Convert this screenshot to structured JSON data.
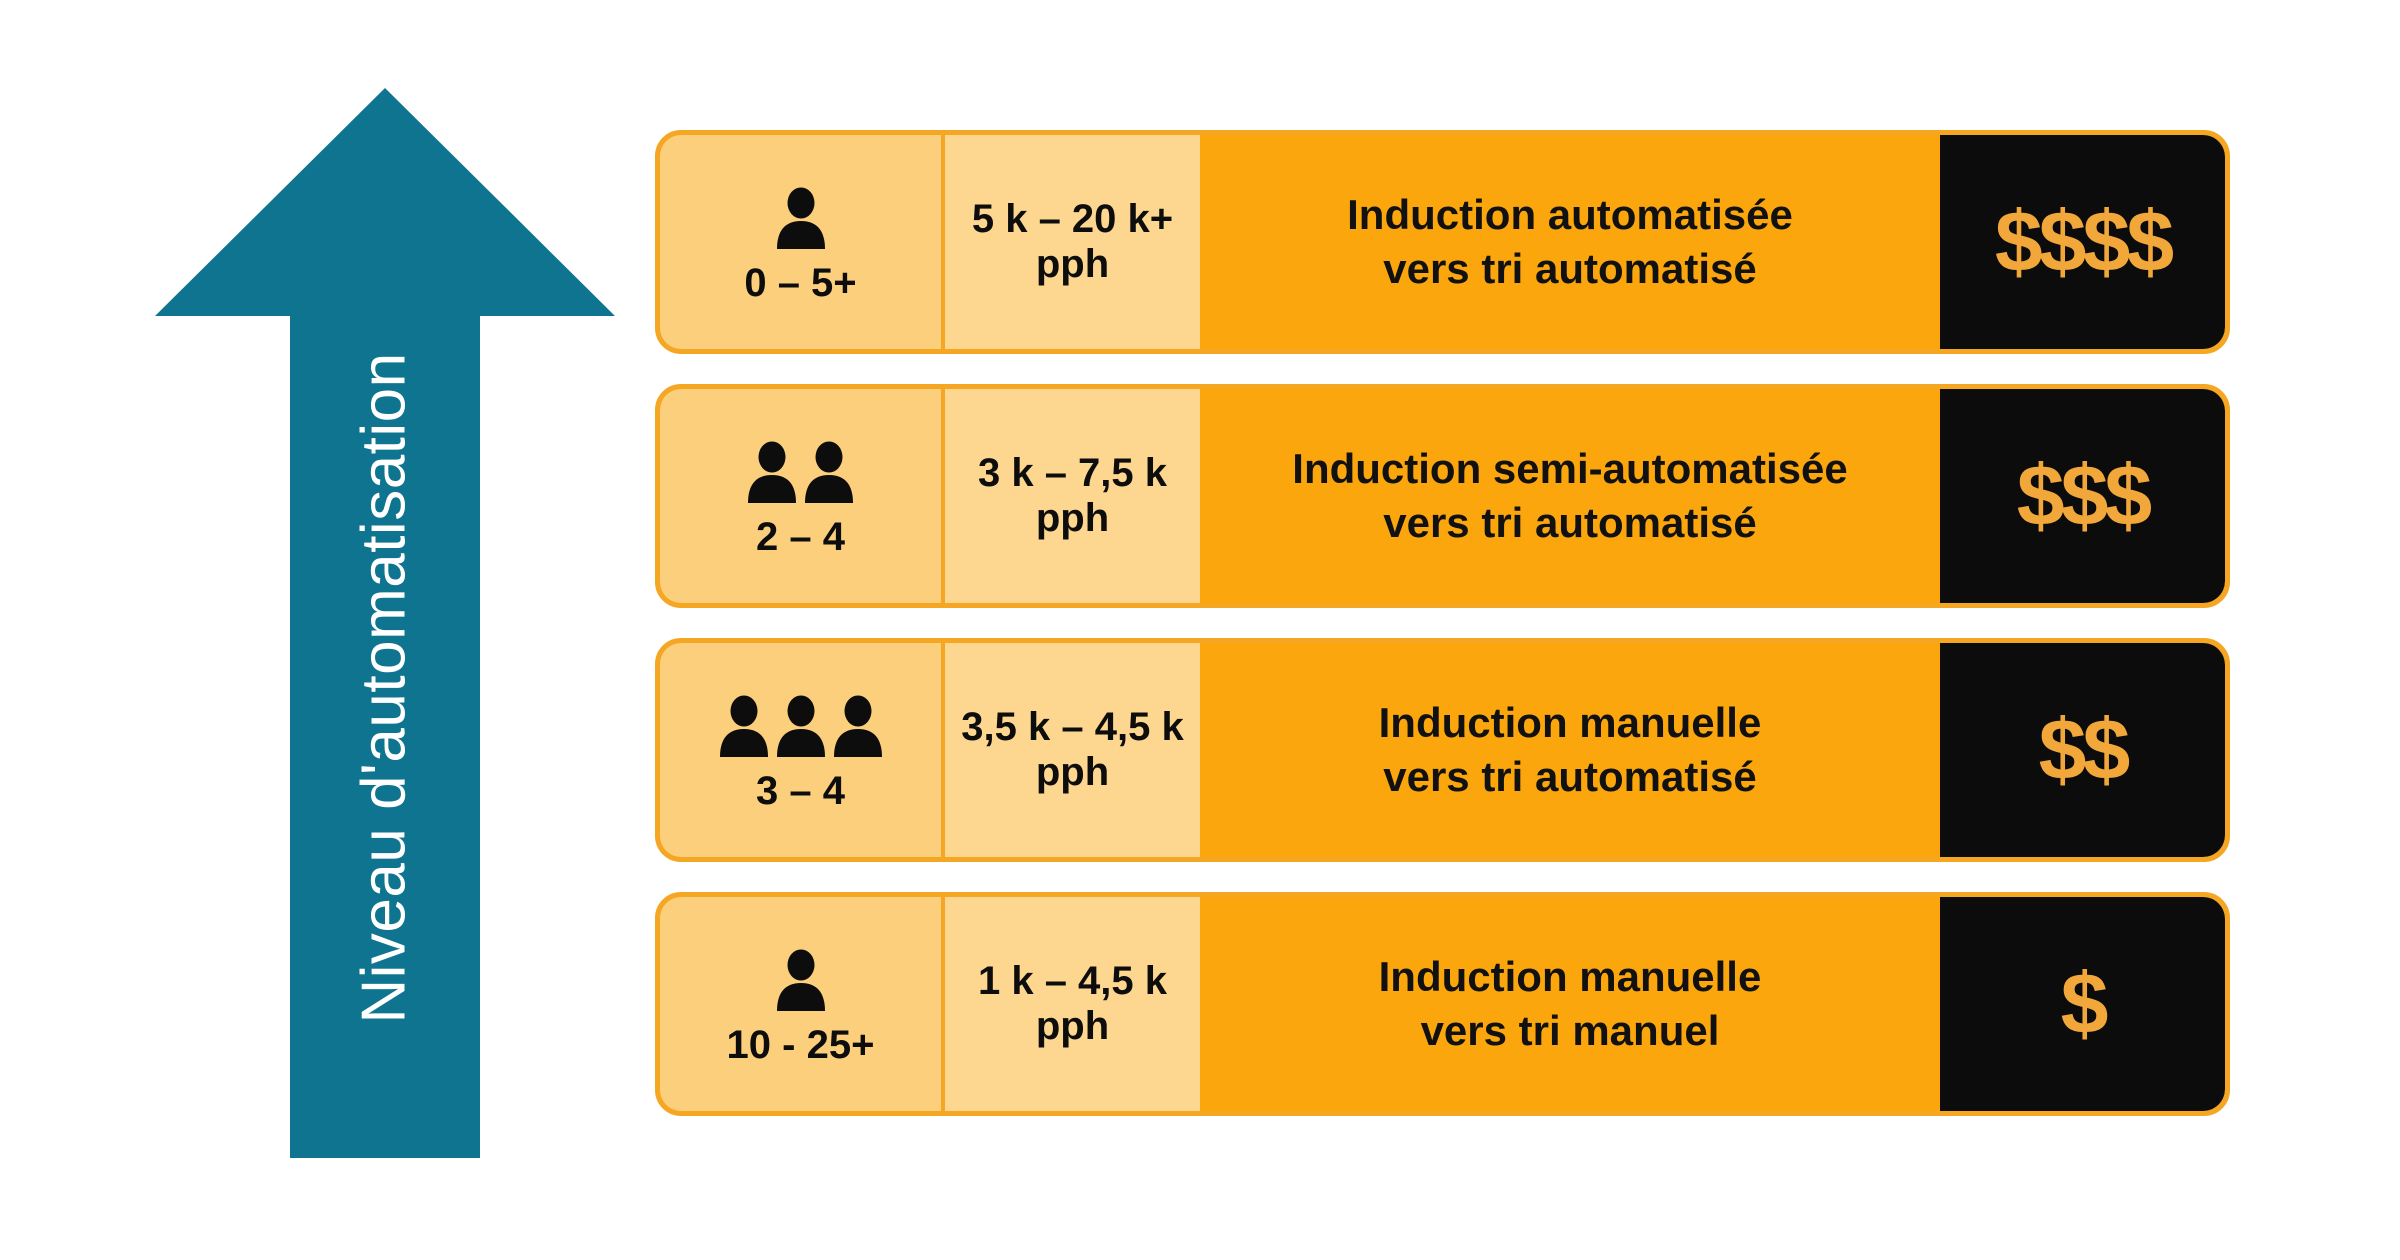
{
  "colors": {
    "arrow_teal": "#0E7490",
    "orange_main": "#FBA60C",
    "orange_border": "#F5A623",
    "cream_people": "#FBCF7C",
    "cream_rate": "#FDD68F",
    "cost_panel": "#0C0C0C",
    "cost_glyph": "#F2A73B",
    "text_dark": "#111111",
    "arrow_label_text": "#FFFFFF"
  },
  "axis": {
    "label": "Niveau d'automatisation",
    "direction": "up"
  },
  "columns": {
    "people_header": "",
    "rate_header": "",
    "description_header": "",
    "cost_header": ""
  },
  "rows": [
    {
      "people_icon": "person-icon",
      "people_icon_count": 1,
      "people_count": "0 – 5+",
      "rate": "5 k – 20 k+ pph",
      "rate_line1": "5 k – 20 k+",
      "rate_line2": "pph",
      "description_line1": "Induction automatisée",
      "description_line2": "vers tri automatisé",
      "cost": "$$$$",
      "cost_level": 4
    },
    {
      "people_icon": "person-icon",
      "people_icon_count": 2,
      "people_count": "2 – 4",
      "rate": "3 k – 7,5 k pph",
      "rate_line1": "3 k – 7,5 k",
      "rate_line2": "pph",
      "description_line1": "Induction semi-automatisée",
      "description_line2": "vers tri automatisé",
      "cost": "$$$",
      "cost_level": 3
    },
    {
      "people_icon": "person-icon",
      "people_icon_count": 3,
      "people_count": "3 – 4",
      "rate": "3,5 k – 4,5 k pph",
      "rate_line1": "3,5 k – 4,5 k",
      "rate_line2": "pph",
      "description_line1": "Induction manuelle",
      "description_line2": "vers tri automatisé",
      "cost": "$$",
      "cost_level": 2
    },
    {
      "people_icon": "person-icon",
      "people_icon_count": 1,
      "people_count": "10 - 25+",
      "rate": "1 k – 4,5 k pph",
      "rate_line1": "1 k – 4,5 k",
      "rate_line2": "pph",
      "description_line1": "Induction manuelle",
      "description_line2": "vers tri manuel",
      "cost": "$",
      "cost_level": 1
    }
  ]
}
